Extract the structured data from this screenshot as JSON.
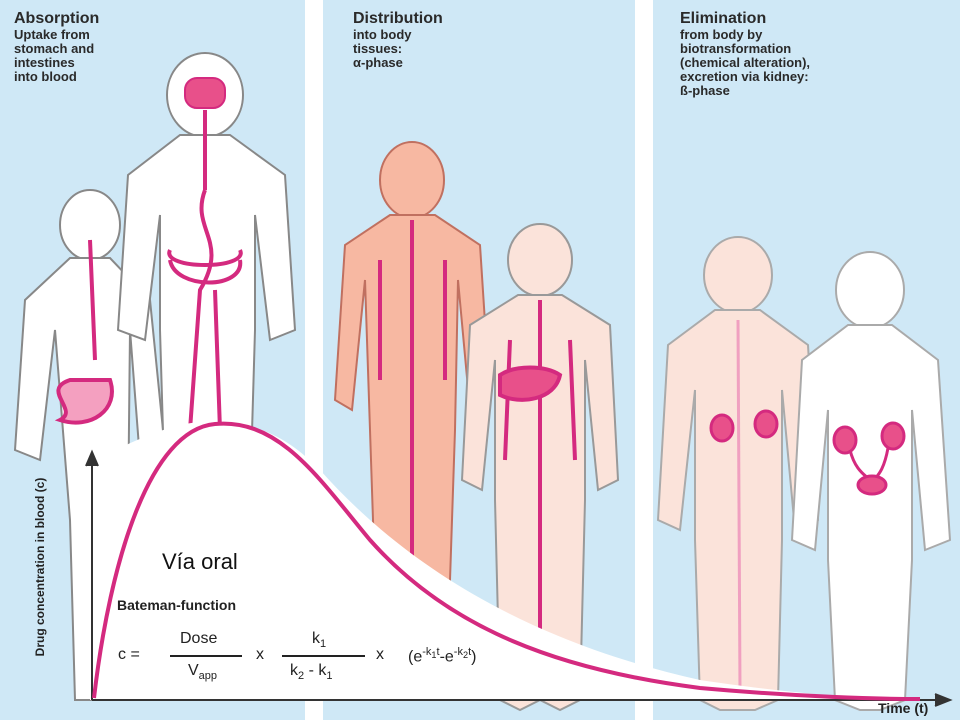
{
  "panels": [
    {
      "title": "Absorption",
      "body": "Uptake from\nstomach and\nintestines\ninto blood"
    },
    {
      "title": "Distribution",
      "body": "into body\ntissues:\nα-phase"
    },
    {
      "title": "Elimination",
      "body": "from body by\nbiotransformation\n(chemical alteration),\nexcretion via kidney:\nß-phase"
    }
  ],
  "graph": {
    "route_label": "Vía oral",
    "function_label": "Bateman-function",
    "y_axis_label": "Drug concentration in blood (c)",
    "x_axis_label": "Time (t)"
  },
  "equation": {
    "lhs": "c =",
    "dose": "Dose",
    "vapp": "V",
    "vapp_sub": "app",
    "times1": "x",
    "k1": "k",
    "k1_sub": "1",
    "k2_minus_k1": "k",
    "times2": "x",
    "exp": "(e"
  },
  "colors": {
    "panel_bg": "#cfe8f6",
    "curve": "#d42a7f",
    "organ": "#e8508a",
    "body_fill_absorption": "#ffffff",
    "body_fill_distribution": "#f7b8a2",
    "body_fill_elimination": "#fbe3da"
  }
}
